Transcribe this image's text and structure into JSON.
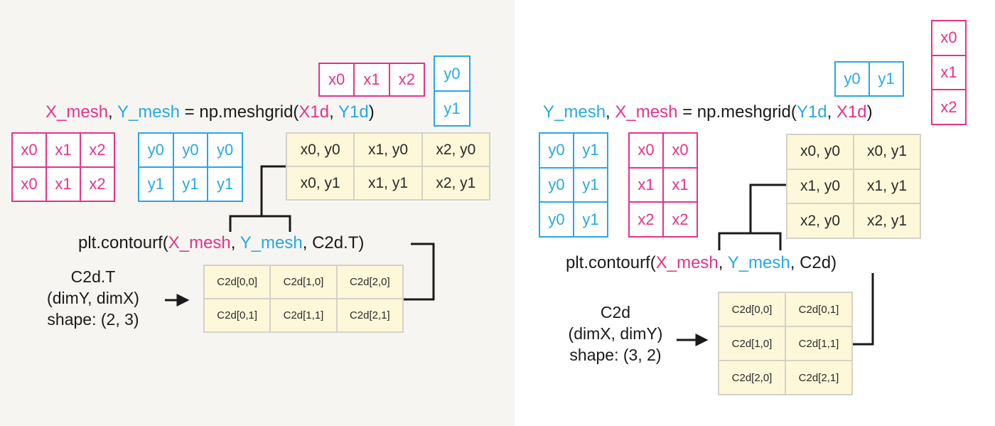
{
  "left": {
    "x_vector": [
      "x0",
      "x1",
      "x2"
    ],
    "y_vector": [
      "y0",
      "y1"
    ],
    "code": {
      "out1": "X_mesh",
      "sep1": ", ",
      "out2": "Y_mesh",
      "eq": " = np.meshgrid(",
      "arg1": "X1d",
      "sep2": ", ",
      "arg2": "Y1d",
      "close": ")"
    },
    "x_mesh": [
      [
        "x0",
        "x1",
        "x2"
      ],
      [
        "x0",
        "x1",
        "x2"
      ]
    ],
    "y_mesh": [
      [
        "y0",
        "y0",
        "y0"
      ],
      [
        "y1",
        "y1",
        "y1"
      ]
    ],
    "pairs": [
      [
        "x0, y0",
        "x1, y0",
        "x2, y0"
      ],
      [
        "x0, y1",
        "x1, y1",
        "x2, y1"
      ]
    ],
    "contour": {
      "pre": "plt.contourf(",
      "a1": "X_mesh",
      "s1": ", ",
      "a2": "Y_mesh",
      "post": ", C2d.T)"
    },
    "c2d_label": {
      "name": "C2d.T",
      "dims": "(dimY, dimX)",
      "shape": "shape: (2, 3)"
    },
    "c2d": [
      [
        "C2d[0,0]",
        "C2d[1,0]",
        "C2d[2,0]"
      ],
      [
        "C2d[0,1]",
        "C2d[1,1]",
        "C2d[2,1]"
      ]
    ]
  },
  "right": {
    "y_vector": [
      "y0",
      "y1"
    ],
    "x_vector": [
      "x0",
      "x1",
      "x2"
    ],
    "code": {
      "out1": "Y_mesh",
      "sep1": ", ",
      "out2": "X_mesh",
      "eq": " = np.meshgrid(",
      "arg1": "Y1d",
      "sep2": ", ",
      "arg2": "X1d",
      "close": ")"
    },
    "y_mesh": [
      [
        "y0",
        "y1"
      ],
      [
        "y0",
        "y1"
      ],
      [
        "y0",
        "y1"
      ]
    ],
    "x_mesh": [
      [
        "x0",
        "x0"
      ],
      [
        "x1",
        "x1"
      ],
      [
        "x2",
        "x2"
      ]
    ],
    "pairs": [
      [
        "x0, y0",
        "x0, y1"
      ],
      [
        "x1, y0",
        "x1, y1"
      ],
      [
        "x2, y0",
        "x2, y1"
      ]
    ],
    "contour": {
      "pre": "plt.contourf(",
      "a1": "X_mesh",
      "s1": ", ",
      "a2": "Y_mesh",
      "post": ", C2d)"
    },
    "c2d_label": {
      "name": "C2d",
      "dims": "(dimX, dimY)",
      "shape": "shape: (3, 2)"
    },
    "c2d": [
      [
        "C2d[0,0]",
        "C2d[0,1]"
      ],
      [
        "C2d[1,0]",
        "C2d[1,1]"
      ],
      [
        "C2d[2,0]",
        "C2d[2,1]"
      ]
    ]
  },
  "colors": {
    "x_color": "#e5338a",
    "y_color": "#27a9e1",
    "pair_fill": "#fdf8d9",
    "grid_line": "#d4d2c8",
    "left_bg": "#f6f5f2"
  }
}
